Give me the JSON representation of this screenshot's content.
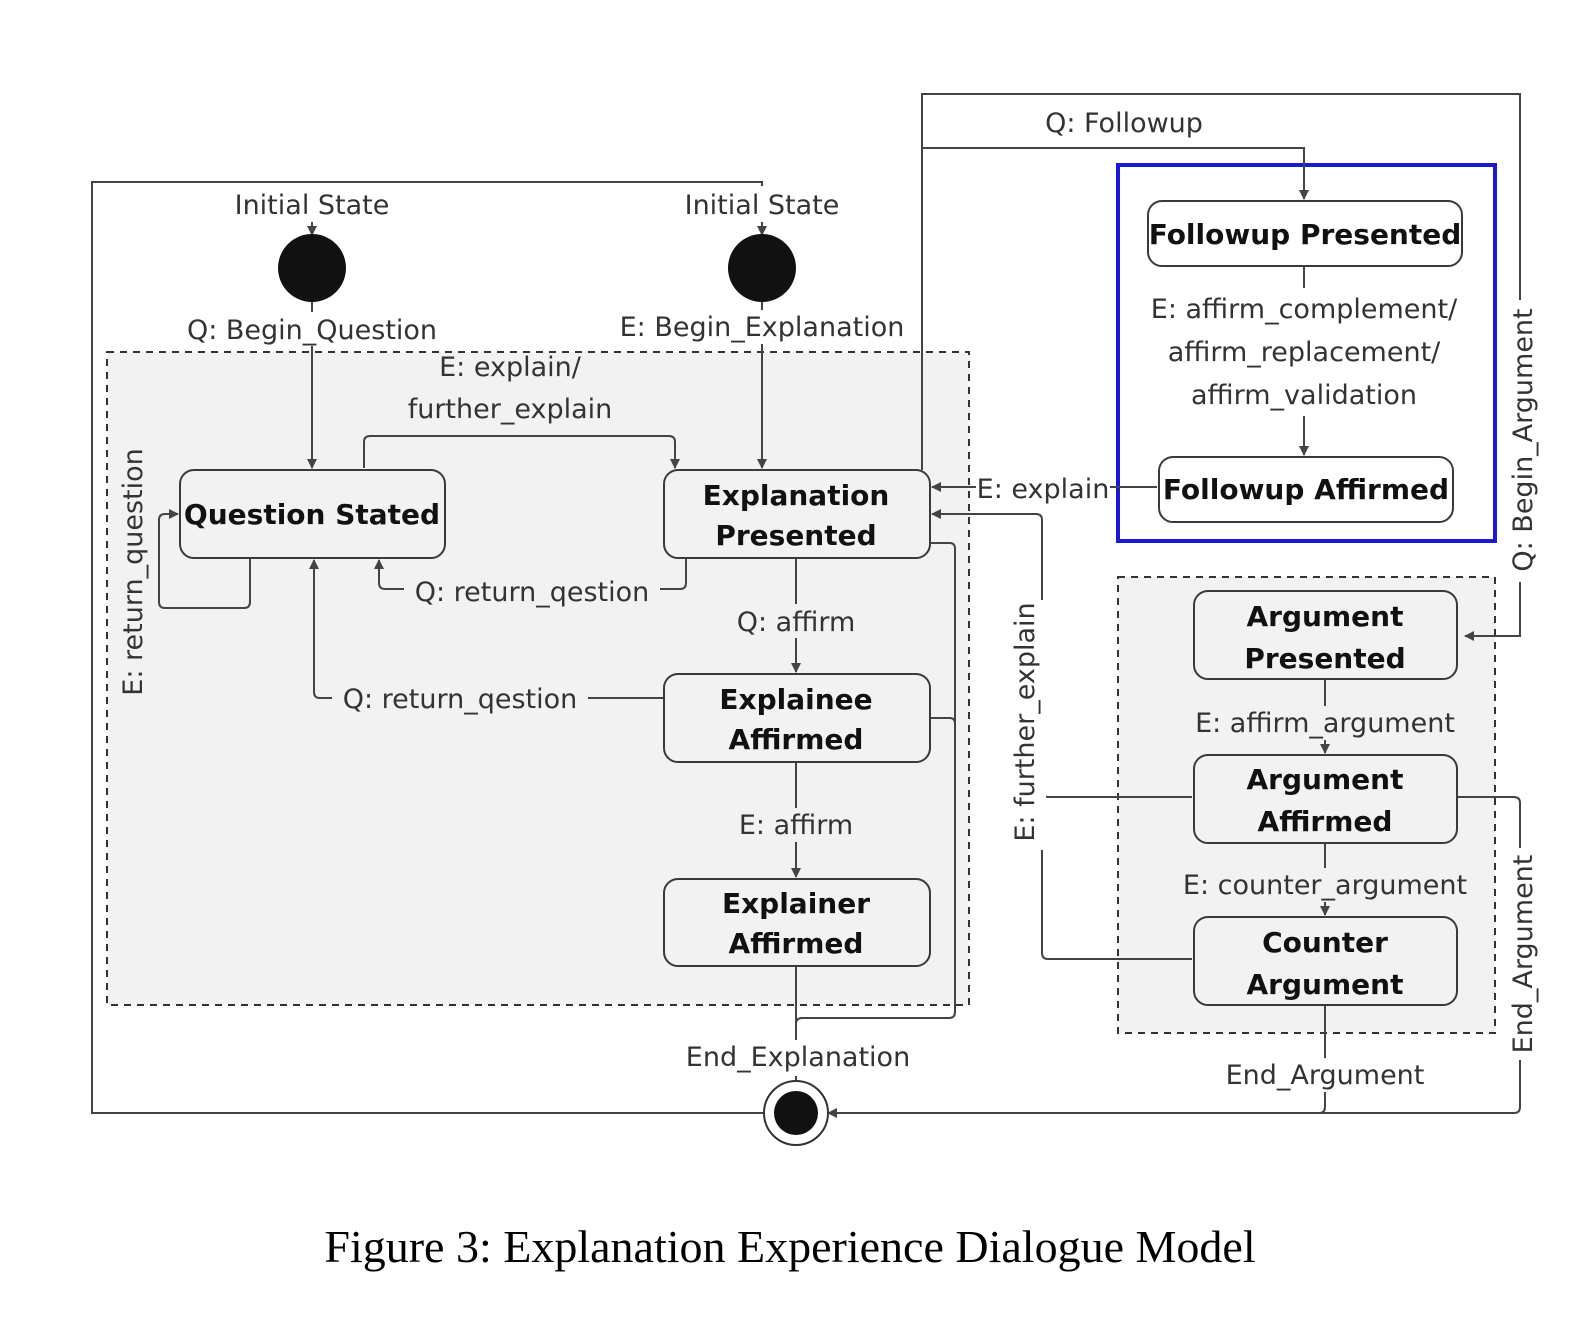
{
  "states": {
    "question_stated": "Question Stated",
    "explanation_presented": [
      "Explanation",
      "Presented"
    ],
    "explainee_affirmed": [
      "Explainee",
      "Affirmed"
    ],
    "explainer_affirmed": [
      "Explainer",
      "Affirmed"
    ],
    "followup_presented": "Followup Presented",
    "followup_affirmed": "Followup Affirmed",
    "argument_presented": [
      "Argument",
      "Presented"
    ],
    "argument_affirmed": [
      "Argument",
      "Affirmed"
    ],
    "counter_argument": [
      "Counter",
      "Argument"
    ]
  },
  "initial_states": [
    "Initial State",
    "Initial State"
  ],
  "transitions": {
    "begin_question": "Q: Begin_Question",
    "begin_explanation": "E: Begin_Explanation",
    "explain_further": [
      "E: explain/",
      "further_explain"
    ],
    "return_question_loop": "E: return_question",
    "return_qestion_1": "Q: return_qestion",
    "return_qestion_2": "Q: return_qestion",
    "q_affirm": "Q: affirm",
    "e_affirm": "E: affirm",
    "end_explanation": "End_Explanation",
    "followup": "Q: Followup",
    "followup_affirms": [
      "E: affirm_complement/",
      "affirm_replacement/",
      "affirm_validation"
    ],
    "e_explain": "E: explain",
    "begin_argument": "Q: Begin_Argument",
    "further_explain": "E: further_explain",
    "affirm_argument": "E: affirm_argument",
    "counter_argument": "E: counter_argument",
    "end_argument_1": "End_Argument",
    "end_argument_2": "End_Argument"
  },
  "caption": "Figure 3: Explanation Experience Dialogue Model",
  "colors": {
    "highlight_frame": "#1a1ad6",
    "line": "#444444",
    "group_fill": "#f2f2f2"
  }
}
